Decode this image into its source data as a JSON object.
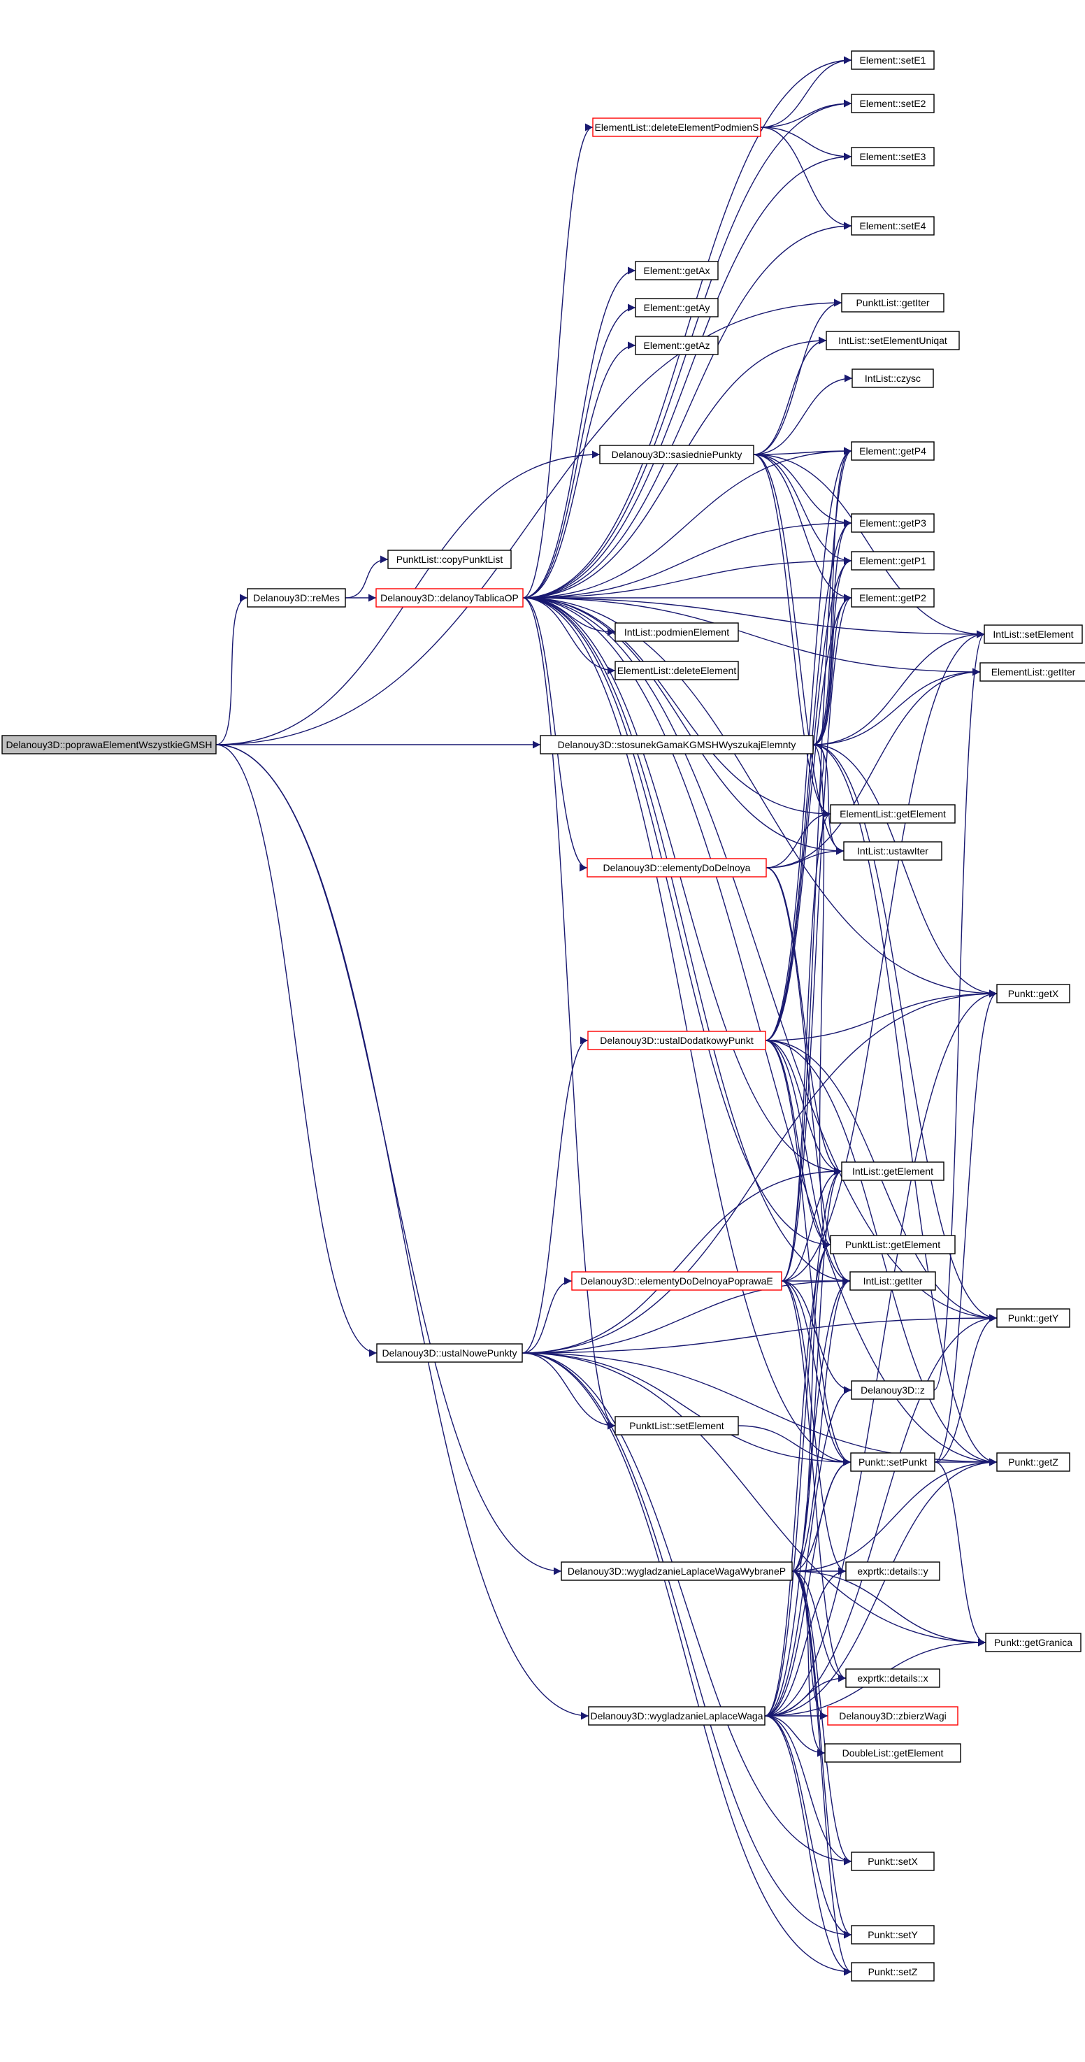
{
  "diagram": {
    "type": "call-graph",
    "colors": {
      "edge": "#191970",
      "node_border": "#000000",
      "truncated_node_border": "#ff0000",
      "root_fill": "#bfbfbf"
    },
    "nodes": {
      "root": "Delanouy3D::poprawaElementWszystkieGMSH",
      "reMes": "Delanouy3D::reMes",
      "copyPunktList": "PunktList::copyPunktList",
      "delanoyTablicaOP": "Delanouy3D::delanoyTablicaOP",
      "deleteElementPodmienS": "ElementList::deleteElementPodmienS",
      "setE1": "Element::setE1",
      "setE2": "Element::setE2",
      "setE3": "Element::setE3",
      "setE4": "Element::setE4",
      "getAx": "Element::getAx",
      "getAy": "Element::getAy",
      "getAz": "Element::getAz",
      "PunktList_getIter": "PunktList::getIter",
      "setElementUniqat": "IntList::setElementUniqat",
      "czysc": "IntList::czysc",
      "sasiedniePunkty": "Delanouy3D::sasiedniePunkty",
      "getP4": "Element::getP4",
      "getP3": "Element::getP3",
      "getP1": "Element::getP1",
      "getP2": "Element::getP2",
      "podmienElement": "IntList::podmienElement",
      "deleteElement": "ElementList::deleteElement",
      "IntList_setElement": "IntList::setElement",
      "ElementList_getIter": "ElementList::getIter",
      "stosunek": "Delanouy3D::stosunekGamaKGMSHWyszukajElemnty",
      "ElementList_getElement": "ElementList::getElement",
      "ustawIter": "IntList::ustawIter",
      "elementyDoDelnoya": "Delanouy3D::elementyDoDelnoya",
      "getX": "Punkt::getX",
      "ustalDodatkowyPunkt": "Delanouy3D::ustalDodatkowyPunkt",
      "IntList_getElement": "IntList::getElement",
      "PunktList_getElement": "PunktList::getElement",
      "elementyDoDelnoyaPoprawaE": "Delanouy3D::elementyDoDelnoyaPoprawaE",
      "IntList_getIter": "IntList::getIter",
      "getY": "Punkt::getY",
      "ustalNowePunkty": "Delanouy3D::ustalNowePunkty",
      "z": "Delanouy3D::z",
      "PunktList_setElement": "PunktList::setElement",
      "setPunkt": "Punkt::setPunkt",
      "getZ": "Punkt::getZ",
      "wygladzanieWybrane": "Delanouy3D::wygladzanieLaplaceWagaWybraneP",
      "details_y": "exprtk::details::y",
      "getGranica": "Punkt::getGranica",
      "details_x": "exprtk::details::x",
      "wygladzanie": "Delanouy3D::wygladzanieLaplaceWaga",
      "zbierzWagi": "Delanouy3D::zbierzWagi",
      "DoubleList_getElement": "DoubleList::getElement",
      "setX": "Punkt::setX",
      "setY": "Punkt::setY",
      "setZ": "Punkt::setZ"
    }
  }
}
